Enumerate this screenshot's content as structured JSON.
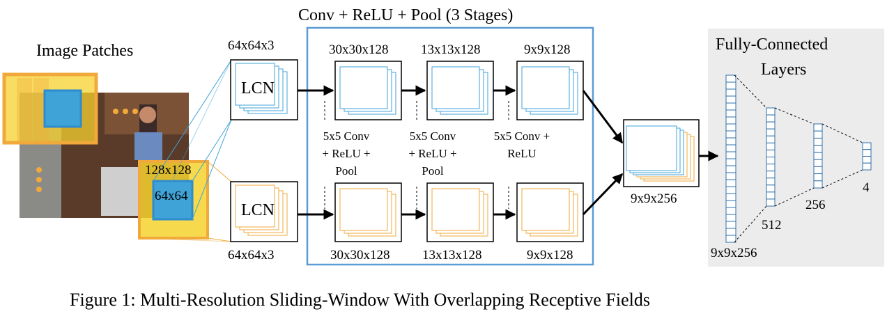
{
  "header": {
    "stages_title": "Conv + ReLU  + Pool (3 Stages)",
    "patches_title": "Image Patches",
    "fc_title_line1": "Fully-Connected",
    "fc_title_line2": "Layers"
  },
  "top_path": {
    "input_size": "64x64x3",
    "lcn_label": "LCN",
    "stage_sizes": [
      "30x30x128",
      "13x13x128",
      "9x9x128"
    ]
  },
  "bottom_path": {
    "input_size": "64x64x3",
    "lcn_label": "LCN",
    "stage_sizes": [
      "30x30x128",
      "13x13x128",
      "9x9x128"
    ]
  },
  "ops": [
    [
      "5x5 Conv",
      "+ ReLU +",
      "Pool"
    ],
    [
      "5x5 Conv",
      "+ ReLU +",
      "Pool"
    ],
    [
      "5x5 Conv +",
      "ReLU"
    ]
  ],
  "patch_labels": {
    "large": "128x128",
    "small": "64x64"
  },
  "merge_size": "9x9x256",
  "fc_sizes": [
    "9x9x256",
    "512",
    "256",
    "4"
  ],
  "caption": "Figure 1: Multi-Resolution Sliding-Window With Overlapping Receptive Fields",
  "colors": {
    "blue": "#3fa3d8",
    "orange": "#f2a93b",
    "yellow": "#f5d22e",
    "fc_bg": "#ececec",
    "stage_border": "#5b9bd5"
  }
}
